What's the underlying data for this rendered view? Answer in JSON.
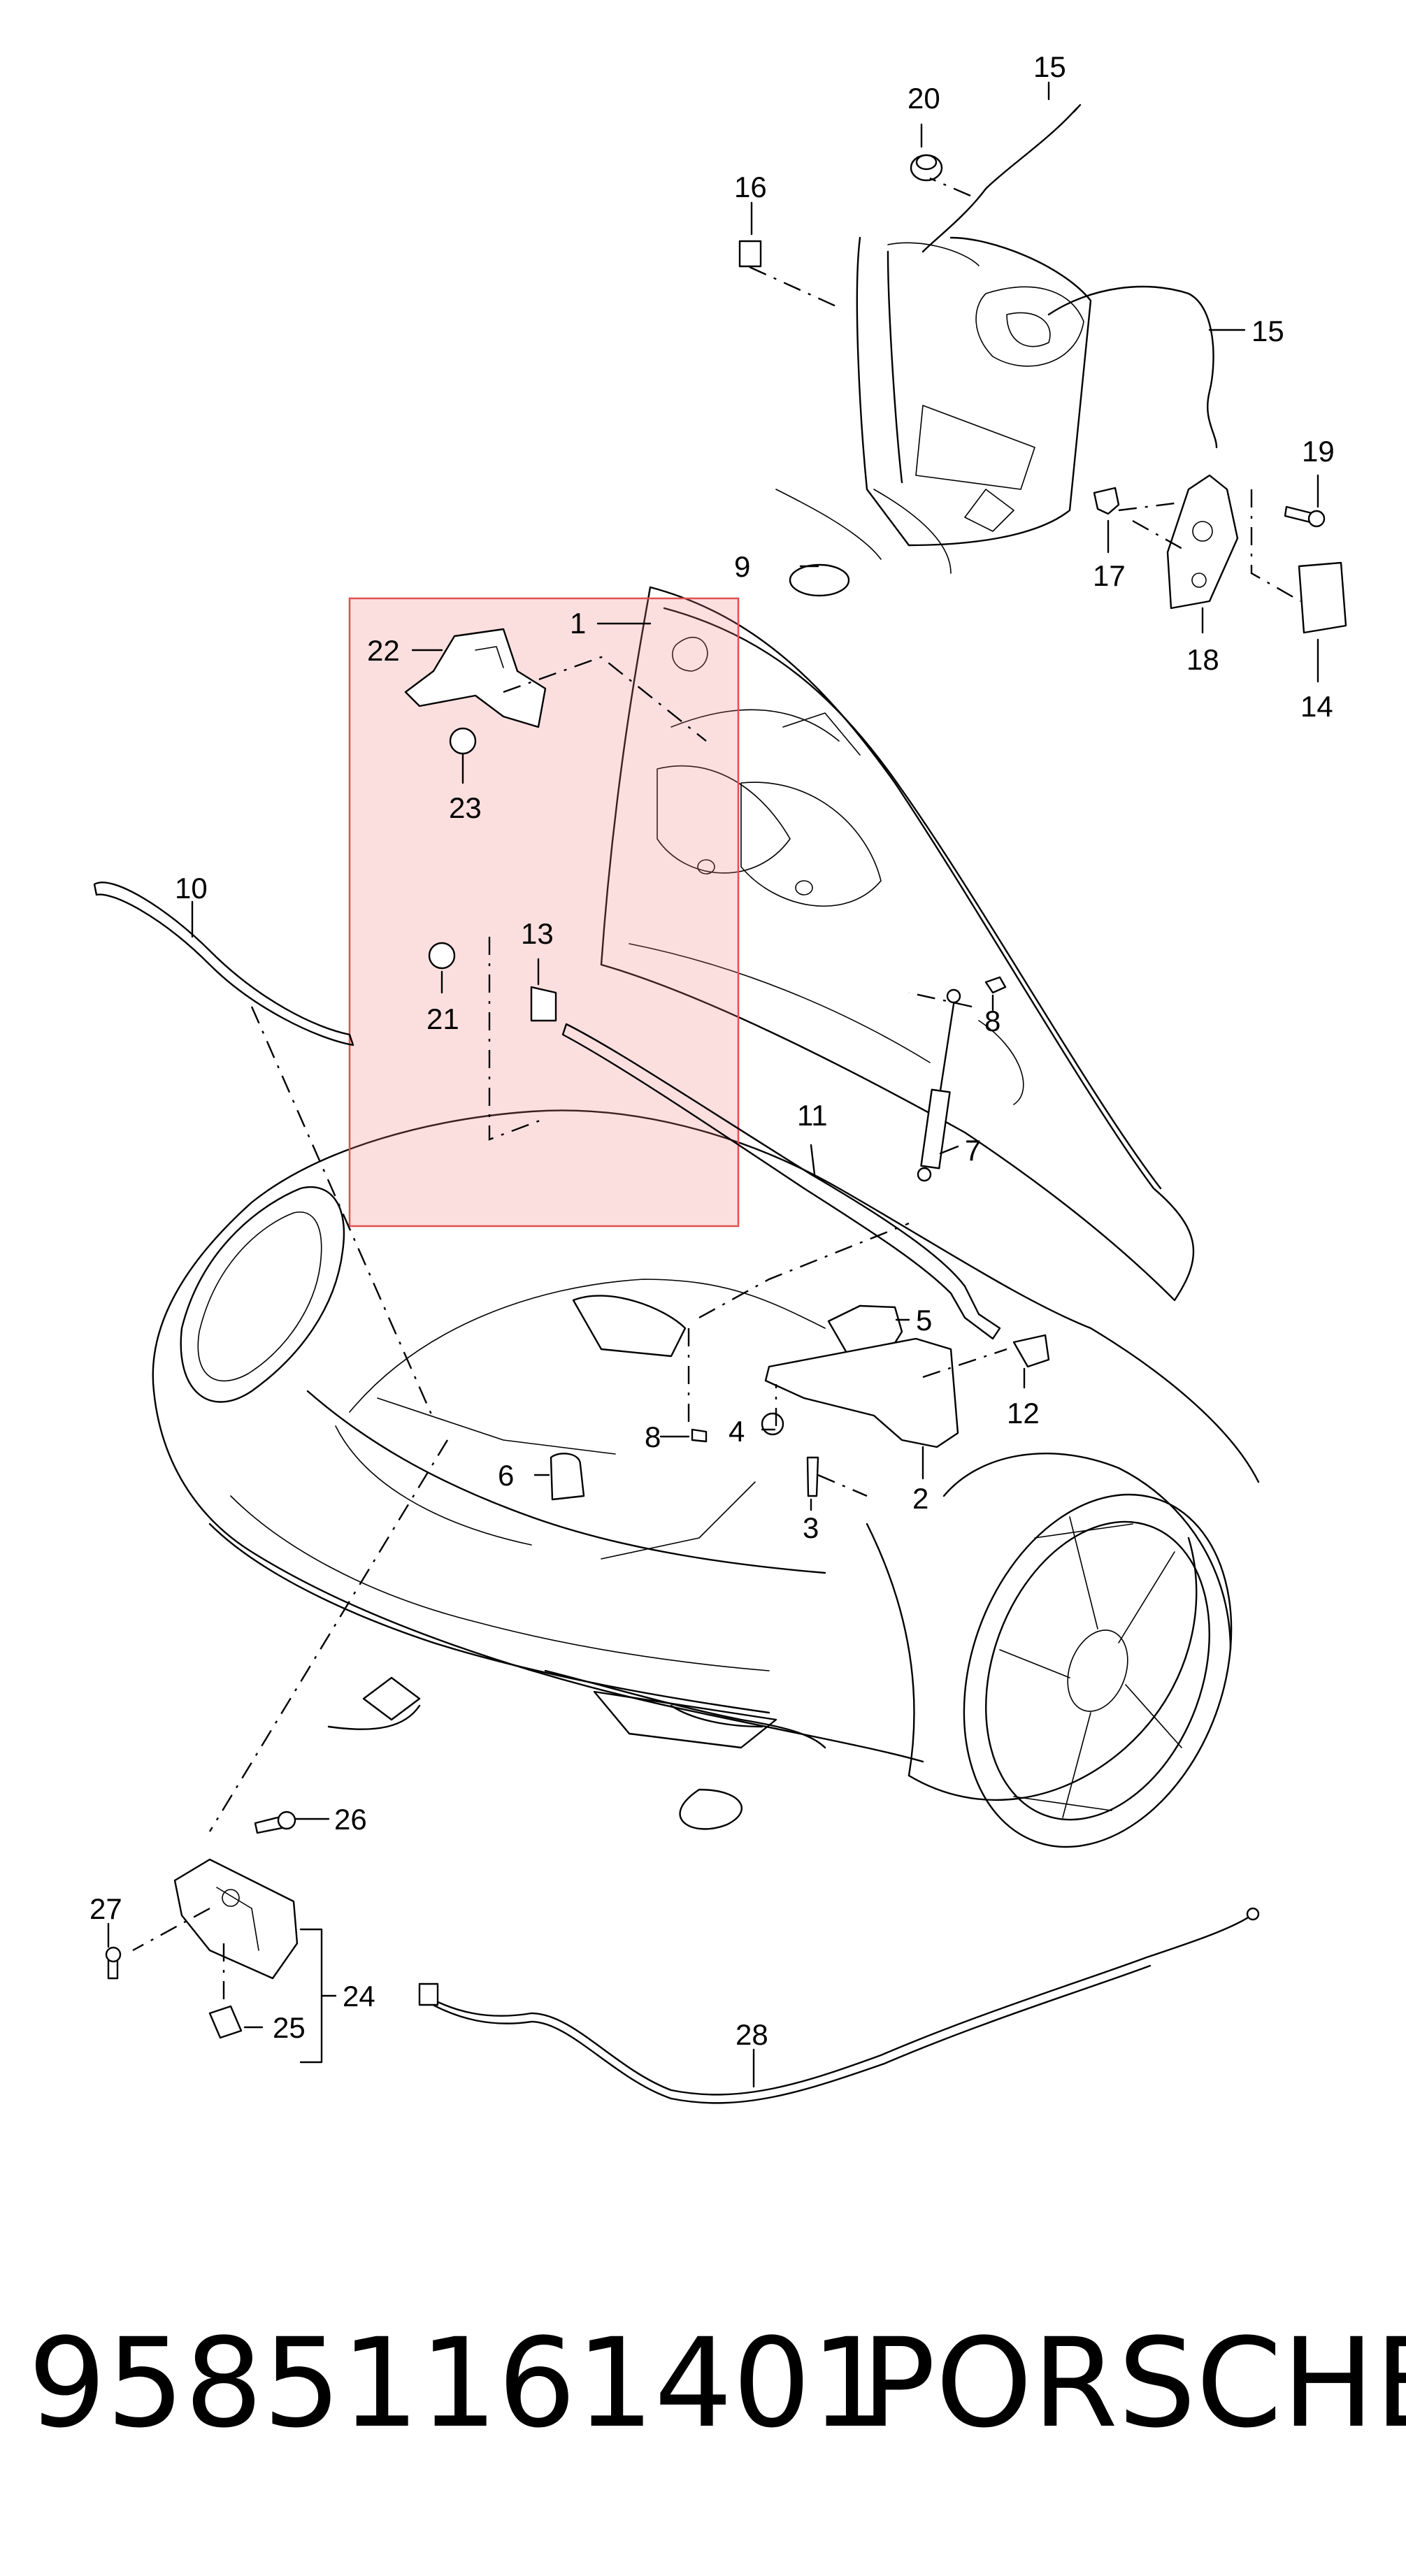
{
  "diagram": {
    "callouts": [
      "1",
      "2",
      "3",
      "4",
      "5",
      "6",
      "7",
      "8",
      "8",
      "9",
      "10",
      "11",
      "12",
      "13",
      "14",
      "15",
      "15",
      "16",
      "17",
      "18",
      "19",
      "20",
      "21",
      "22",
      "23",
      "24",
      "25",
      "26",
      "27",
      "28"
    ],
    "highlight_color": "#f08080"
  },
  "footer": {
    "part_number": "95851161401",
    "brand": "PORSCHE"
  }
}
